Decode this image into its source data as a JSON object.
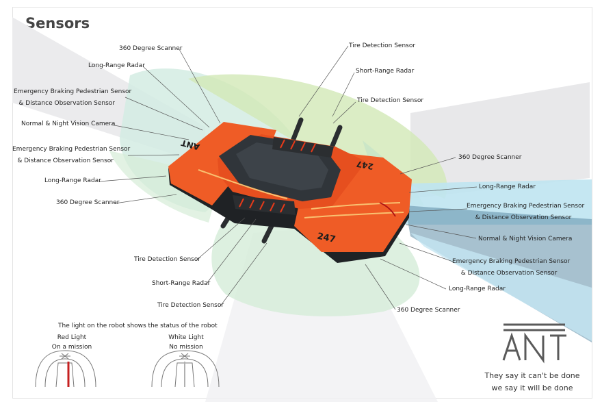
{
  "title": "Sensors",
  "labels": {
    "l1": "360 Degree Scanner",
    "l2": "Long-Range Radar",
    "l3a": "Emergency Braking Pedestrian Sensor",
    "l3b": "& Distance Observation Sensor",
    "l4": "Normal & Night Vision Camera",
    "l5a": "Emergency Braking Pedestrian Sensor",
    "l5b": "& Distance Observation Sensor",
    "l6": "Long-Range Radar",
    "l7": "360 Degree Scanner",
    "t1": "Tire Detection Sensor",
    "t2": "Short-Range Radar",
    "t3": "Tire Detection Sensor",
    "r1": "360 Degree Scanner",
    "r2": "Long-Range Radar",
    "r3a": "Emergency Braking Pedestrian Sensor",
    "r3b": "& Distance Observation Sensor",
    "r4": "Normal & Night Vision Camera",
    "r5a": "Emergency Braking Pedestrian Sensor",
    "r5b": "& Distance Observation Sensor",
    "r6": "Long-Range Radar",
    "r7": "360 Degree Scanner",
    "b1": "Tire Detection Sensor",
    "b2": "Short-Range Radar",
    "b3": "Tire Detection Sensor"
  },
  "robot": {
    "brand_mark": "ANT",
    "unit_number": "247"
  },
  "status": {
    "title": "The light on the robot shows the status of the robot",
    "red_title": "Red Light",
    "red_desc": "On a mission",
    "white_title": "White Light",
    "white_desc": "No mission"
  },
  "brand": {
    "logo_text": "ANT",
    "tagline1": "They say it can't be done",
    "tagline2": "we say it will be done"
  },
  "colors": {
    "robot_orange": "#f0602a",
    "robot_dark": "#2f3338",
    "status_red": "#c62020",
    "radar_green": "#cfe9b2",
    "scanner_teal": "#cfe9df",
    "camera_blue": "#bde3f1",
    "beam_gray": "#e9e9eb"
  }
}
